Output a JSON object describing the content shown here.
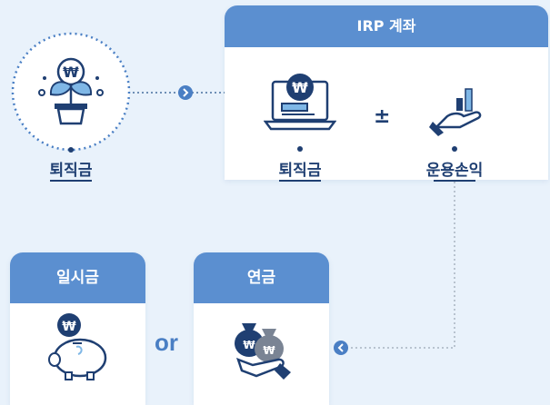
{
  "irp_box": {
    "title": "IRP 계좌",
    "plus_minus": "±"
  },
  "retirement_pay": {
    "label": "퇴직금"
  },
  "irp_retirement_pay": {
    "label": "퇴직금"
  },
  "investment_pnl": {
    "label": "운용손익"
  },
  "lump_sum": {
    "title": "일시금"
  },
  "pension": {
    "title": "연금"
  },
  "or_label": "or",
  "currency_symbol": "₩",
  "colors": {
    "background": "#e9f2fb",
    "card_header": "#5b8fd0",
    "navy": "#1f3f72",
    "accent_blue": "#4a7fc4",
    "connector": "#6f8fb5"
  }
}
